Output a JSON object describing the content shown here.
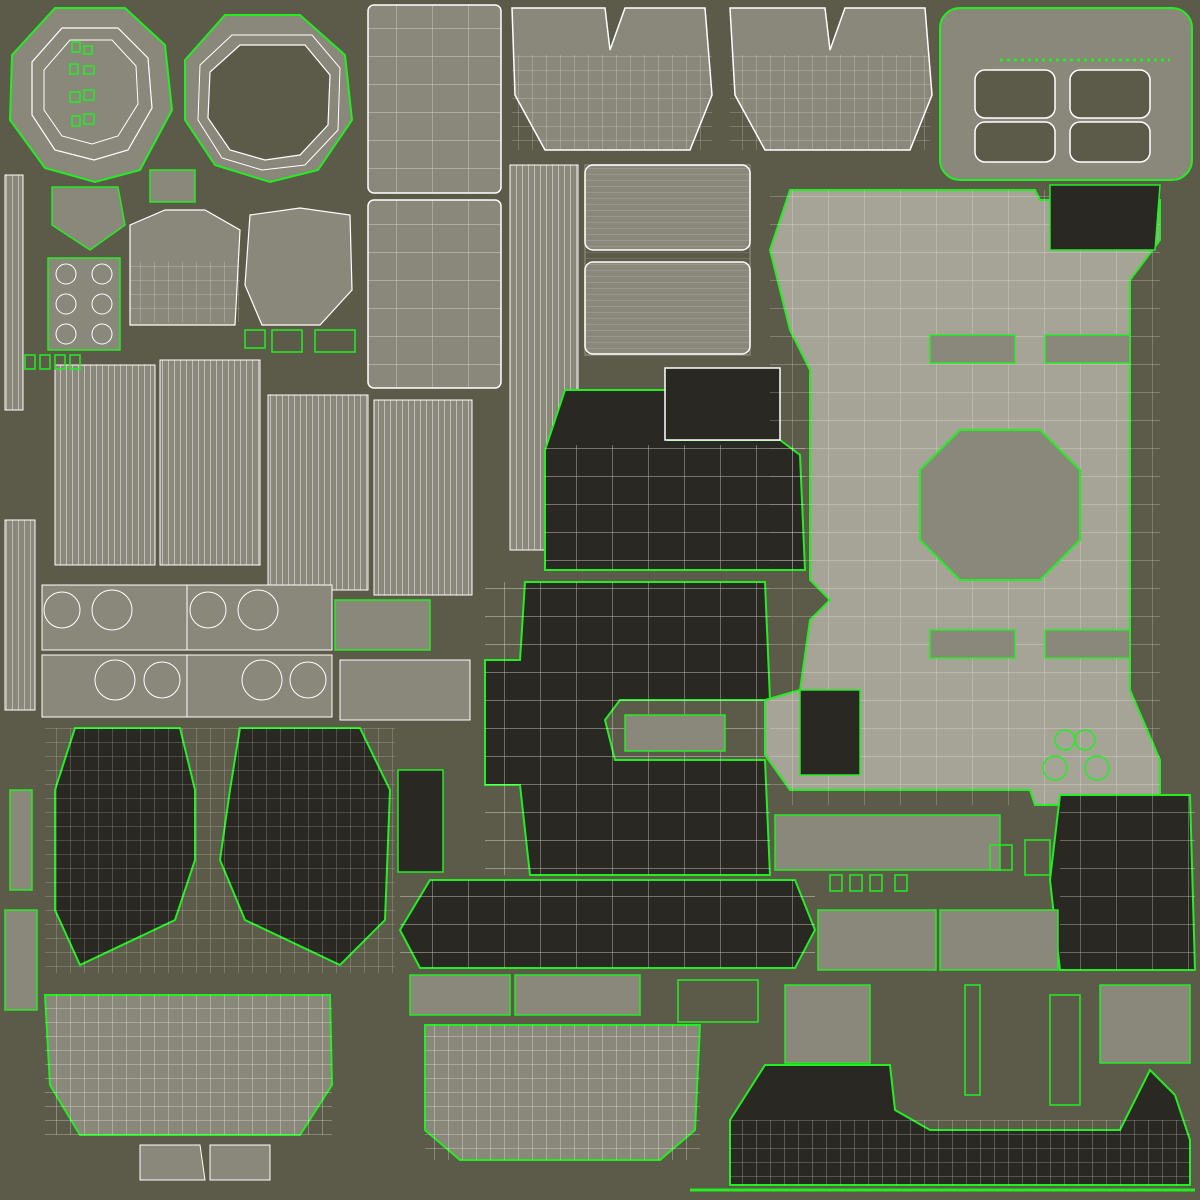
{
  "uv_texture_sheet": {
    "colors": {
      "background": "#5c5a48",
      "island_light": "#7b7a6a",
      "island_dark": "#2a2822",
      "island_panel": "#a6a496",
      "seam_outline": "#22ee22",
      "wireframe": "#ffffff"
    },
    "islands": [
      "round-ring-left",
      "round-ring-right",
      "tall-panel-column",
      "armor-panel-top-a",
      "armor-panel-top-b",
      "control-panel-top-right",
      "vents-grid",
      "stripe-banks-left",
      "round-dials-banks",
      "dark-armor-center-upper",
      "dark-armor-center-main",
      "large-hull-panel-right",
      "dark-wing-pieces-left",
      "dark-armor-bottom-strip",
      "grille-lower-left",
      "grille-lower-center",
      "dark-hull-lower-right",
      "small-parts-cluster"
    ]
  }
}
